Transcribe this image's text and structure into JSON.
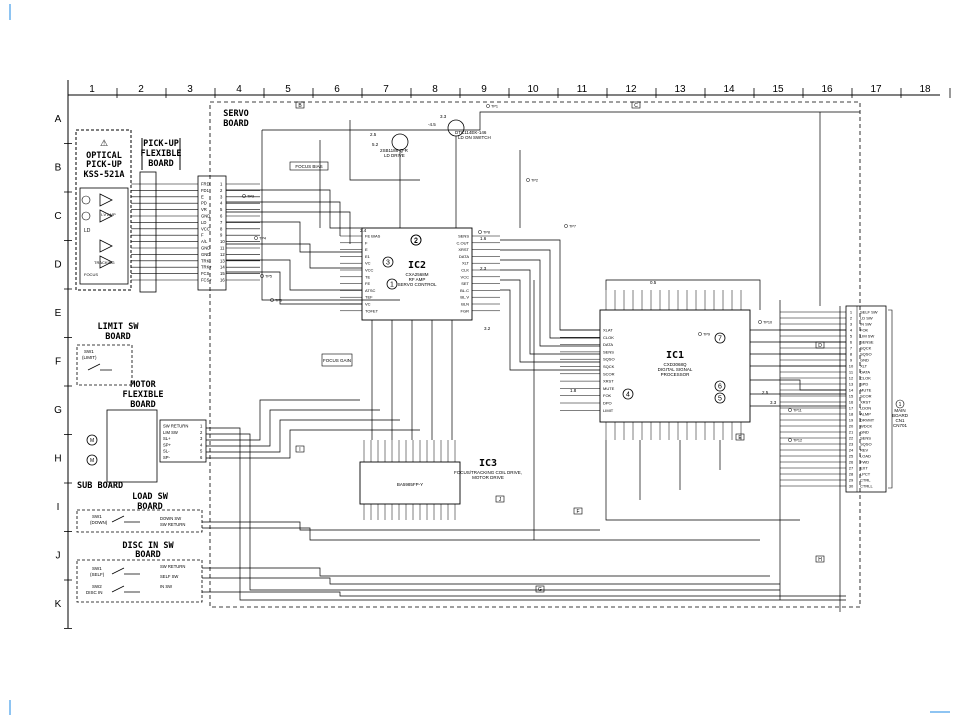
{
  "columns": [
    "1",
    "2",
    "3",
    "4",
    "5",
    "6",
    "7",
    "8",
    "9",
    "10",
    "11",
    "12",
    "13",
    "14",
    "15",
    "16",
    "17",
    "18"
  ],
  "rows": [
    "A",
    "B",
    "C",
    "D",
    "E",
    "F",
    "G",
    "H",
    "I",
    "J",
    "K"
  ],
  "boards": {
    "optical_pickup": {
      "line1": "OPTICAL",
      "line2": "PICK-UP",
      "model": "KSS-521A",
      "ld": "LD",
      "amp": "I-V AMP",
      "tracking": "TRACKING",
      "focus": "FOCUS"
    },
    "pickup_flex": {
      "line1": "PICK-UP",
      "line2": "FLEXIBLE",
      "line3": "BOARD"
    },
    "servo": {
      "line1": "SERVO",
      "line2": "BOARD"
    },
    "limit_sw": {
      "line1": "LIMIT SW",
      "line2": "BOARD",
      "switch": "SW1",
      "switch_name": "(LIMIT)"
    },
    "motor_flex": {
      "line1": "MOTOR",
      "line2": "FLEXIBLE",
      "line3": "BOARD"
    },
    "sub_board": {
      "label": "SUB BOARD"
    },
    "load_sw": {
      "line1": "LOAD SW",
      "line2": "BOARD",
      "switch": "SW1",
      "switch_name": "(DOWN)"
    },
    "disc_in_sw": {
      "line1": "DISC IN SW",
      "line2": "BOARD",
      "sw1": "SW1",
      "sw1_name": "(SELF)",
      "sw2": "SW2",
      "sw2_name": "DISC IN"
    }
  },
  "ics": {
    "ic1": {
      "name": "IC1",
      "part": "CXD3068Q",
      "desc1": "DIGITAL SIGNAL",
      "desc2": "PROCESSOR",
      "num": "1"
    },
    "ic2": {
      "name": "IC2",
      "part": "CXA2568M",
      "desc1": "RF AMP",
      "desc2": "SERVO CONTROL",
      "num": "2"
    },
    "ic3": {
      "name": "IC3",
      "part": "BA5985FP-Y",
      "desc1": "FOCUS/TRACKING COIL DRIVE,",
      "desc2": "MOTOR DRIVE"
    }
  },
  "transistors": {
    "q1_label": "LD DRIVE",
    "q1_part": "2SB1188-Q-R",
    "q2_label": "LD ON SWITCH",
    "q2_part": "DTC114EK-146"
  },
  "small_labels": {
    "focus_bias": "FOCUS BIAS",
    "focus_gain": "FOCUS GAIN"
  },
  "pickup_pins": [
    "FRD",
    "FD1",
    "E",
    "PD",
    "VR",
    "GND",
    "LD",
    "VCC",
    "F",
    "A/L",
    "GND",
    "GND",
    "TRK-",
    "TRK+",
    "FCS-",
    "FCS+"
  ],
  "motor_pins": [
    "SW RETURN",
    "LIM SW",
    "SL+",
    "SP+",
    "SL-",
    "SP-"
  ],
  "load_pins": [
    "DOWN SW",
    "SW RETURN"
  ],
  "disc_pins": [
    "SW RETURN",
    "SELF SW",
    "IN SW"
  ],
  "main_connector": {
    "label1": "MAIN",
    "label2": "BOARD",
    "label3": "CN701",
    "id": "CN1",
    "pins": [
      "SELF SW",
      "LD SW",
      "IN SW",
      "FOK",
      "LIM SW",
      "SENSE",
      "SQCK",
      "SQSO",
      "GND",
      "XLT",
      "DATA",
      "CLOK",
      "SPD",
      "MUTE",
      "SCOR",
      "XRST",
      "LDON",
      "ALMP",
      "DRVMT",
      "WDCK",
      "GND",
      "SENS",
      "SQSO",
      "REV",
      "LOAD",
      "FWD",
      "EXT",
      "LPCT",
      "CTRL",
      "CTRLL"
    ]
  },
  "ic1_left_pins": [
    "XLAT",
    "CLOK",
    "DATA",
    "SENS",
    "SQSO",
    "SQCK",
    "SCOR",
    "XRST",
    "MUTE",
    "FOK",
    "DPO",
    "LIMIT"
  ],
  "ic2_left_pins": [
    "FE BIAS",
    "F",
    "E",
    "E1",
    "VC",
    "VCC",
    "TE",
    "FE",
    "ATSC",
    "TEF",
    "VC",
    "TOFET"
  ],
  "ic2_right_pins": [
    "SENS",
    "C.OUT",
    "XRST",
    "DATA",
    "XLT",
    "CLK",
    "VCC",
    "SET",
    "BL.C",
    "BL.V",
    "BLN",
    "FGR"
  ],
  "voltages": [
    "2.5",
    "-4.5",
    "3.3",
    "5.2",
    "1.6",
    "2.3",
    "2.4",
    "3.2",
    "0.5",
    "1.8",
    "2.5",
    "3.3"
  ],
  "markers": [
    "B",
    "C",
    "D",
    "E",
    "F",
    "G",
    "H",
    "I",
    "J"
  ],
  "callouts": [
    "1",
    "2",
    "3",
    "4",
    "5",
    "6",
    "7"
  ],
  "test_points": [
    "TP1",
    "TP2",
    "TP3",
    "TP4",
    "TP5",
    "TP6",
    "TP7",
    "TP8",
    "TP9",
    "TP10",
    "TP11",
    "TP12"
  ]
}
